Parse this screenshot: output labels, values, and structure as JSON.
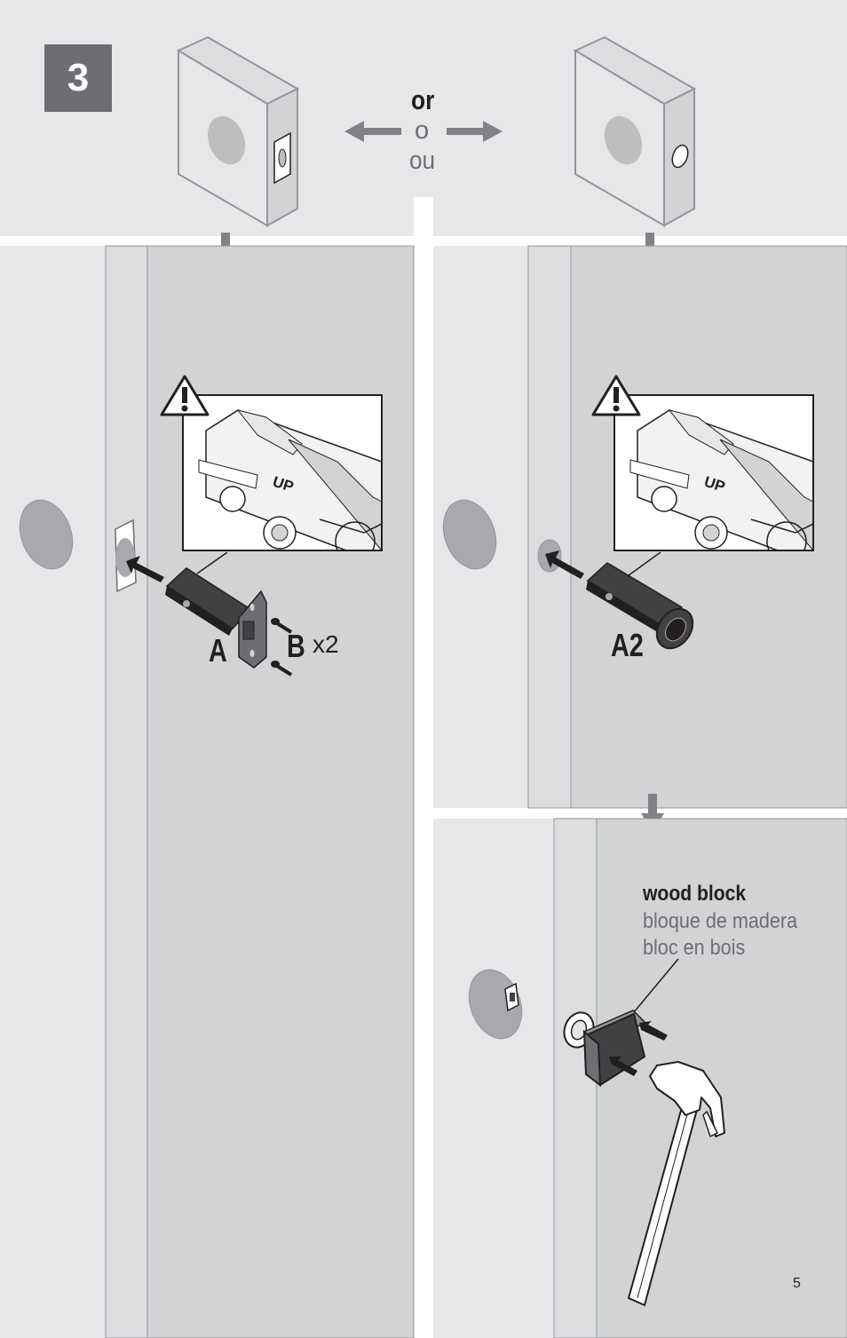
{
  "step": {
    "number": "3"
  },
  "choice": {
    "en": "or",
    "es": "o",
    "fr": "ou"
  },
  "labels": {
    "latch_a": "A",
    "screws_b": "B",
    "screws_qty": "x2",
    "latch_a2": "A2",
    "latch_orientation": "UP"
  },
  "wood_block": {
    "en": "wood block",
    "es": "bloque de madera",
    "fr": "bloc en bois"
  },
  "page_number": "5",
  "colors": {
    "panel_light": "#e6e7e8",
    "door_face": "#d1d3d4",
    "door_edge": "#dcdddf",
    "badge": "#6d6e71",
    "arrow": "#808285",
    "hole": "#a7a9ac",
    "dark_part": "#414042"
  }
}
